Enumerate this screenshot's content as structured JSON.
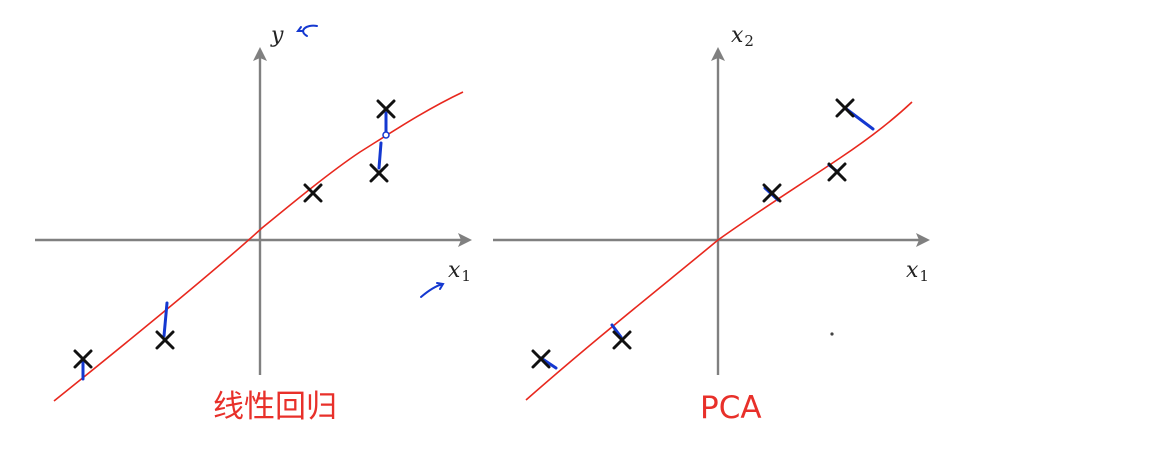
{
  "left_panel": {
    "caption": "线性回归",
    "y_axis_label": "y",
    "x_axis_label": {
      "var": "x",
      "sub": "1"
    }
  },
  "right_panel": {
    "caption": "PCA",
    "y_axis_label": {
      "var": "x",
      "sub": "2"
    },
    "x_axis_label": {
      "var": "x",
      "sub": "1"
    }
  },
  "colors": {
    "axis": "#808080",
    "fit_line": "#e8281e",
    "projection": "#1438d0",
    "data_point": "#111111",
    "caption": "#e8302a"
  }
}
